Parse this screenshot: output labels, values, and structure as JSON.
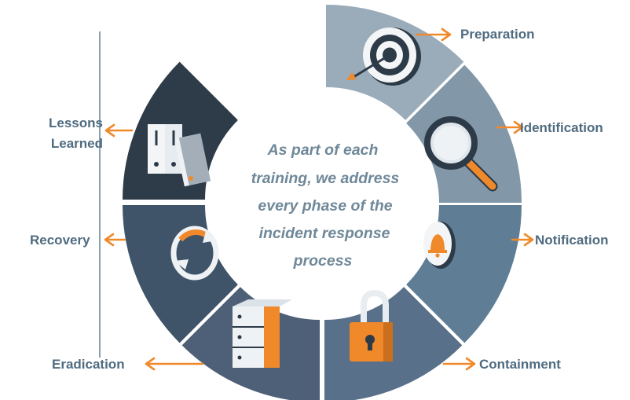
{
  "center_text": [
    "As part of each",
    "training, we address",
    "every phase of the",
    "incident response",
    "process"
  ],
  "phases": [
    {
      "label_lines": [
        "Preparation"
      ],
      "color": "#9aabb9",
      "icon": "target-with-arrow-icon"
    },
    {
      "label_lines": [
        "Identification"
      ],
      "color": "#8297a8",
      "icon": "magnifying-glass-icon"
    },
    {
      "label_lines": [
        "Notification"
      ],
      "color": "#5f7e95",
      "icon": "bell-icon"
    },
    {
      "label_lines": [
        "Containment"
      ],
      "color": "#59708a",
      "icon": "padlock-icon"
    },
    {
      "label_lines": [
        "Eradication"
      ],
      "color": "#4e6077",
      "icon": "server-rack-icon"
    },
    {
      "label_lines": [
        "Recovery"
      ],
      "color": "#405469",
      "icon": "circular-arrows-icon"
    },
    {
      "label_lines": [
        "Lessons",
        "Learned"
      ],
      "color": "#2e3b48",
      "icon": "binders-icon"
    }
  ],
  "colors": {
    "accent": "#f0892a",
    "label": "#4f6b80",
    "center_text": "#6f8899",
    "divider": "#8aa0b0"
  }
}
